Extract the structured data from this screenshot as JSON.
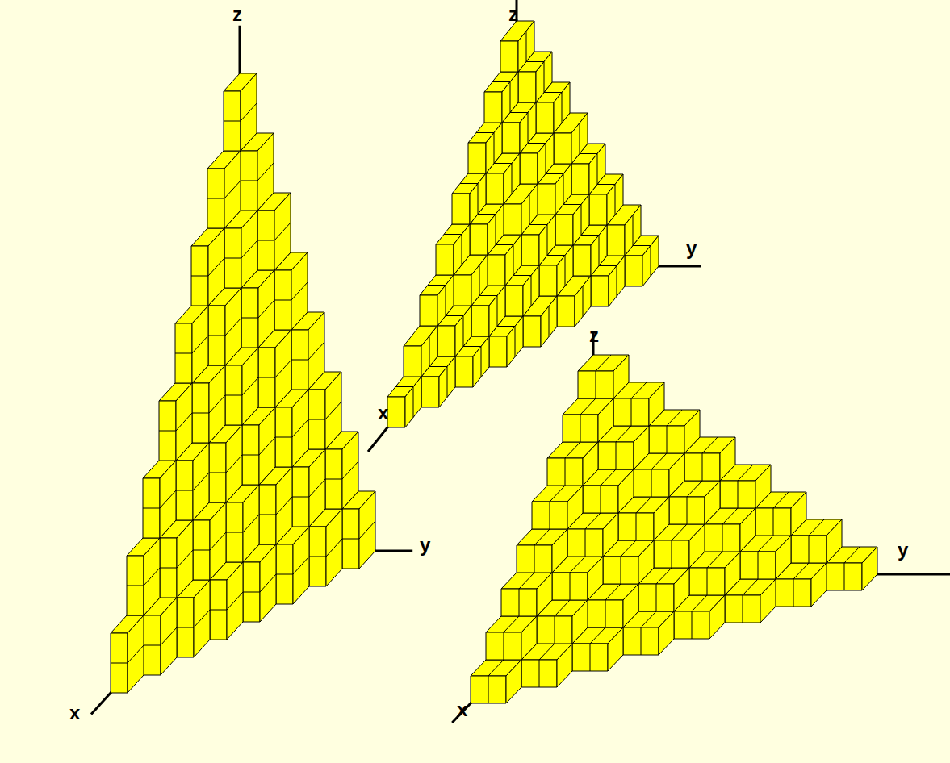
{
  "diagram": {
    "labels": [
      "z",
      "y",
      "x",
      "z",
      "y",
      "x",
      "z",
      "y",
      "x"
    ]
  }
}
